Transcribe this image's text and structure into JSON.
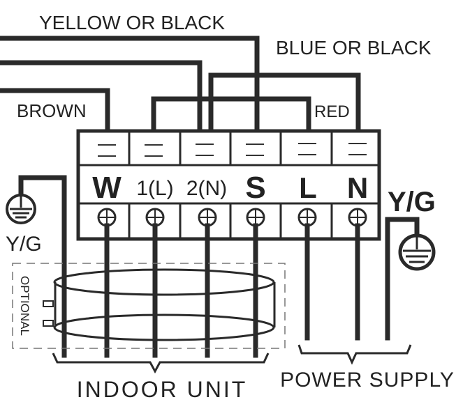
{
  "wire_labels": {
    "yellow_or_black": "YELLOW OR BLACK",
    "blue_or_black": "BLUE OR BLACK",
    "brown": "BROWN",
    "red": "RED"
  },
  "terminals": [
    "W",
    "1(L)",
    "2(N)",
    "S",
    "L",
    "N"
  ],
  "ground_left": "Y/G",
  "ground_right": "Y/G",
  "optional": "OPTIONAL",
  "indoor_unit": "INDOOR UNIT",
  "power_supply": "POWER SUPPLY"
}
